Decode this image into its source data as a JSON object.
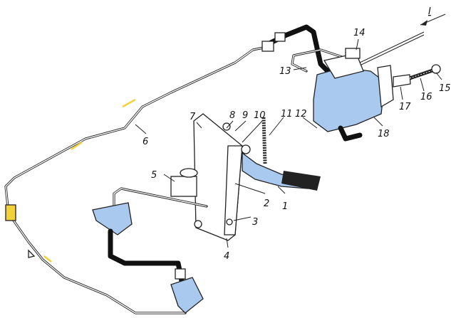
{
  "diagram": {
    "view_label": "I",
    "callouts": [
      "1",
      "2",
      "3",
      "4",
      "5",
      "6",
      "7",
      "8",
      "9",
      "10",
      "11",
      "12",
      "13",
      "14",
      "15",
      "16",
      "17",
      "18"
    ],
    "colors": {
      "part_fill": "#a9c9ee",
      "pipe_highlight": "#f2d23a",
      "line": "#222222"
    }
  }
}
